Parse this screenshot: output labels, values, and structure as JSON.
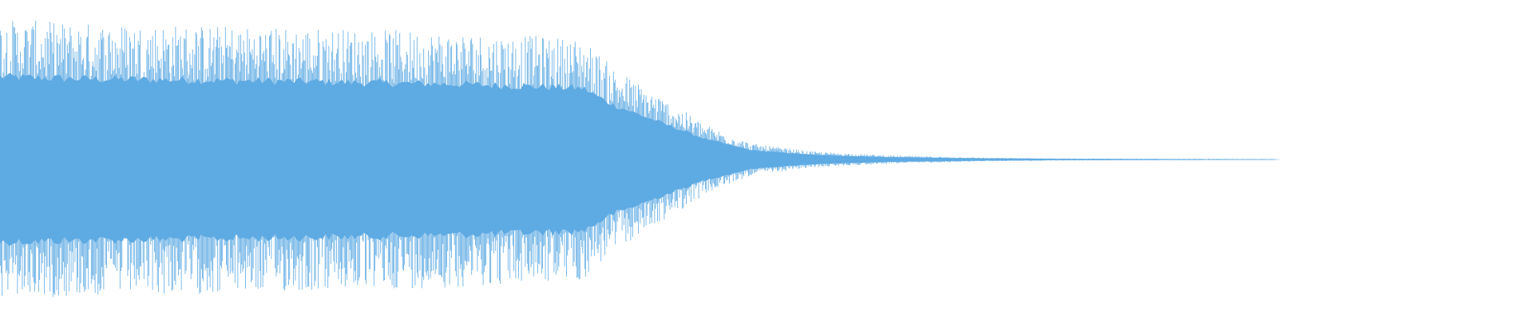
{
  "waveform": {
    "color": "#5eaae3",
    "background": "#ffffff",
    "sample_count": 1600,
    "envelope": [
      {
        "t": 0.0,
        "amp": 0.88
      },
      {
        "t": 0.05,
        "amp": 0.86
      },
      {
        "t": 0.2,
        "amp": 0.83
      },
      {
        "t": 0.3,
        "amp": 0.8
      },
      {
        "t": 0.38,
        "amp": 0.76
      },
      {
        "t": 0.4,
        "amp": 0.58
      },
      {
        "t": 0.43,
        "amp": 0.4
      },
      {
        "t": 0.46,
        "amp": 0.22
      },
      {
        "t": 0.49,
        "amp": 0.1
      },
      {
        "t": 0.53,
        "amp": 0.05
      },
      {
        "t": 0.58,
        "amp": 0.025
      },
      {
        "t": 0.64,
        "amp": 0.012
      },
      {
        "t": 0.7,
        "amp": 0.006
      },
      {
        "t": 0.83,
        "amp": 0.003
      },
      {
        "t": 0.835,
        "amp": 0.0
      }
    ],
    "body_ratio": 0.62
  }
}
